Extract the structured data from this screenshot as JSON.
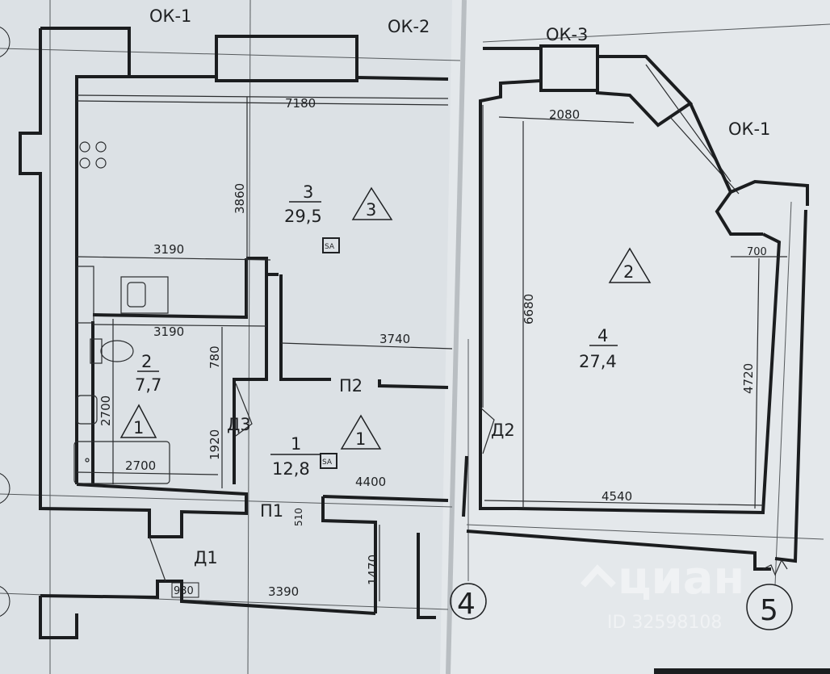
{
  "windows": {
    "ok1_left": "ОК-1",
    "ok2": "ОК-2",
    "ok3": "ОК-3",
    "ok1_right": "ОК-1"
  },
  "dimensions": {
    "d7180": "7180",
    "d3860": "3860",
    "d3190_top": "3190",
    "d3190_bath": "3190",
    "d780": "780",
    "d3740": "3740",
    "d2700_v": "2700",
    "d1920": "1920",
    "d2700_h": "2700",
    "d4400": "4400",
    "d510": "510",
    "d1470": "1470",
    "d930": "930",
    "d3390": "3390",
    "d2080": "2080",
    "d700": "700",
    "d6680": "6680",
    "d4720": "4720",
    "d4540": "4540"
  },
  "rooms": [
    {
      "number": "3",
      "area": "29,5",
      "marker": "3"
    },
    {
      "number": "2",
      "area": "7,7",
      "marker": "1"
    },
    {
      "number": "1",
      "area": "12,8",
      "marker": "1"
    },
    {
      "number": "4",
      "area": "27,4",
      "marker": "2"
    }
  ],
  "doors": {
    "d1": "Д1",
    "d2": "Д2",
    "d3": "Д3",
    "p1": "П1",
    "p2": "П2"
  },
  "badges": {
    "sa": "SA"
  },
  "axes": {
    "a4": "4",
    "a5": "5"
  },
  "watermark": {
    "brand": "циан",
    "id": "ID 32598108"
  }
}
